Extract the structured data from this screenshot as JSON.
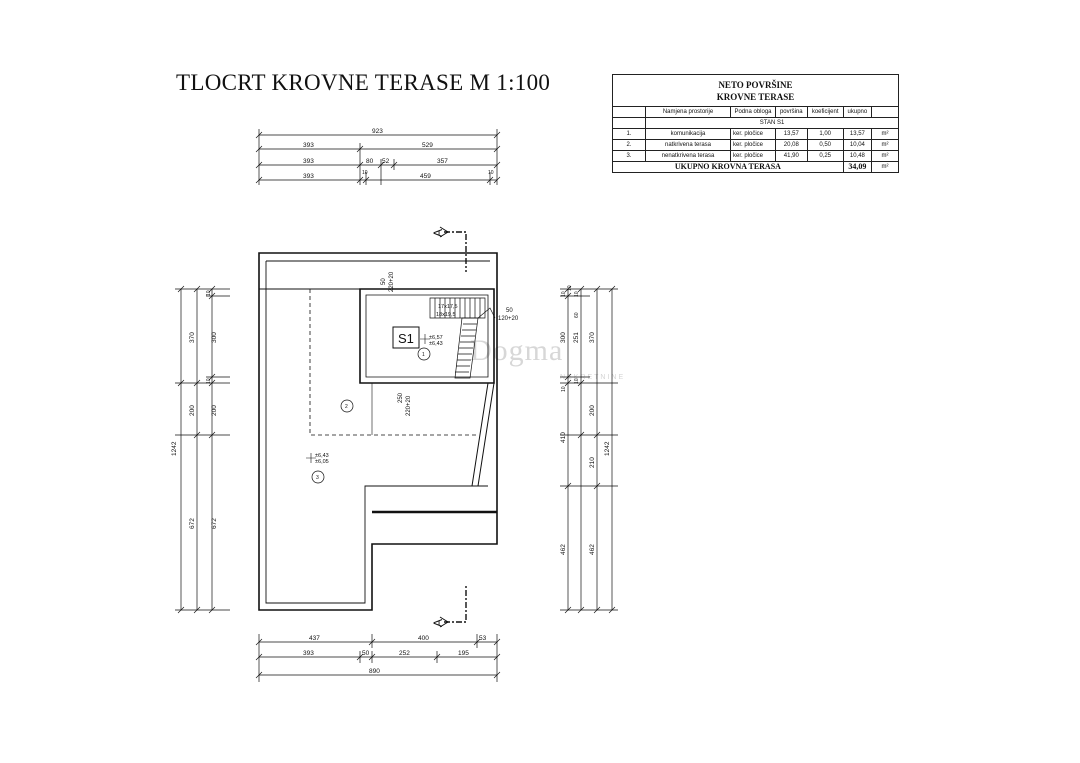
{
  "title": "TLOCRT KROVNE TERASE M 1:100",
  "table": {
    "heading_line1": "NETO POVRŠINE",
    "heading_line2": "KROVNE TERASE",
    "columns": [
      "Namjena prostorije",
      "Podna obloga",
      "površina",
      "koeficijent",
      "ukupno"
    ],
    "unit_label": "STAN S1",
    "rows": [
      {
        "no": "1.",
        "name": "komunikacija",
        "floor": "ker. pločice",
        "area": "13,57",
        "coef": "1,00",
        "total": "13,57",
        "unit": "m²"
      },
      {
        "no": "2.",
        "name": "natkrivena terasa",
        "floor": "ker. pločice",
        "area": "20,08",
        "coef": "0,50",
        "total": "10,04",
        "unit": "m²"
      },
      {
        "no": "3.",
        "name": "nenatkrivena terasa",
        "floor": "ker. pločice",
        "area": "41,90",
        "coef": "0,25",
        "total": "10,48",
        "unit": "m²"
      }
    ],
    "total_label": "UKUPNO KROVNA TERASA",
    "total_value": "34,09",
    "total_unit": "m²"
  },
  "plan": {
    "unit_tag": "S1",
    "section_marker": "A",
    "stair_label1": "17x17,5",
    "stair_label2": "18x19,5",
    "opening_top_1": "50",
    "opening_top_2": "220+20",
    "opening_right_1": "50",
    "opening_right_2": "120+20",
    "opening_inner_1": "250",
    "opening_inner_2": "220+20",
    "level_1a": "±6,57",
    "level_1b": "±6,43",
    "level_2a": "±6,43",
    "level_2b": "±6,05",
    "room_numbers": [
      "1",
      "2",
      "3"
    ]
  },
  "dims": {
    "top": [
      "923",
      "393",
      "529",
      "393",
      "80",
      "52",
      "357",
      "393",
      "10",
      "459",
      "10"
    ],
    "bottom": [
      "437",
      "400",
      "53",
      "393",
      "50",
      "252",
      "195",
      "890"
    ],
    "left": [
      "1242",
      "370",
      "200",
      "672",
      "10",
      "300",
      "10",
      "200",
      "672"
    ],
    "right": [
      "10",
      "300",
      "10",
      "410",
      "462",
      "10",
      "251",
      "10",
      "200",
      "210",
      "462",
      "370",
      "1242",
      "10",
      "60"
    ]
  },
  "watermark": "Dogma",
  "watermark_sub": "NEKRETNINE"
}
